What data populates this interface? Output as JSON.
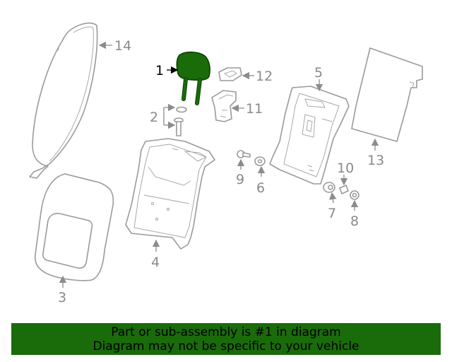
{
  "callouts": {
    "c1": "1",
    "c2": "2",
    "c3": "3",
    "c4": "4",
    "c5": "5",
    "c6": "6",
    "c7": "7",
    "c8": "8",
    "c9": "9",
    "c10": "10",
    "c11": "11",
    "c12": "12",
    "c13": "13",
    "c14": "14"
  },
  "highlight": {
    "part": "1",
    "color": "#1a6b0a"
  },
  "banner": {
    "line1": "Part or sub-assembly is #1 in diagram",
    "line2": "Diagram may not be specific to your vehicle",
    "background": "#1a6b0a"
  }
}
